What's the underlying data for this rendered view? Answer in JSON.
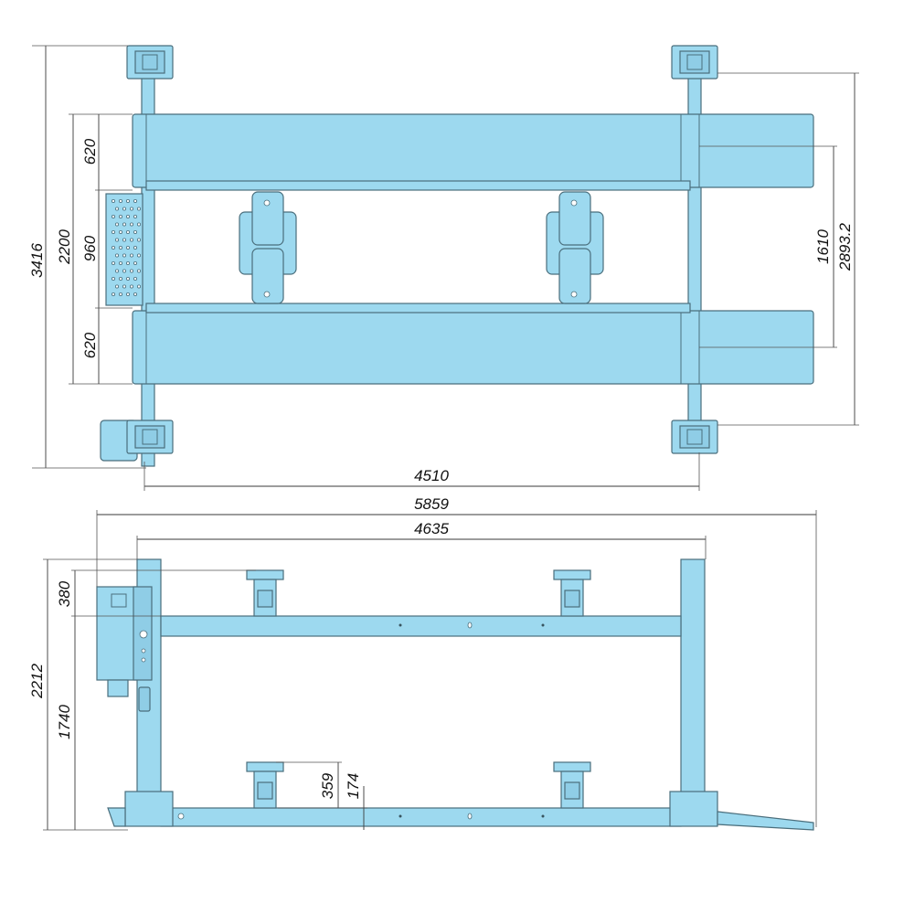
{
  "dimensions": {
    "top_total_width": "3416",
    "top_width_2200": "2200",
    "top_runway_upper": "620",
    "top_gap": "960",
    "top_runway_lower": "620",
    "right_inner": "1610",
    "right_outer": "2893.2",
    "top_length": "4510",
    "side_overall_length": "5859",
    "side_frame_length": "4635",
    "side_total_height": "2212",
    "side_380": "380",
    "side_1740": "1740",
    "side_359": "359",
    "side_174": "174"
  },
  "colors": {
    "part_fill": "#9dd9ef",
    "outline": "#4a6e7c",
    "dimension_line": "#3a3a3a"
  }
}
